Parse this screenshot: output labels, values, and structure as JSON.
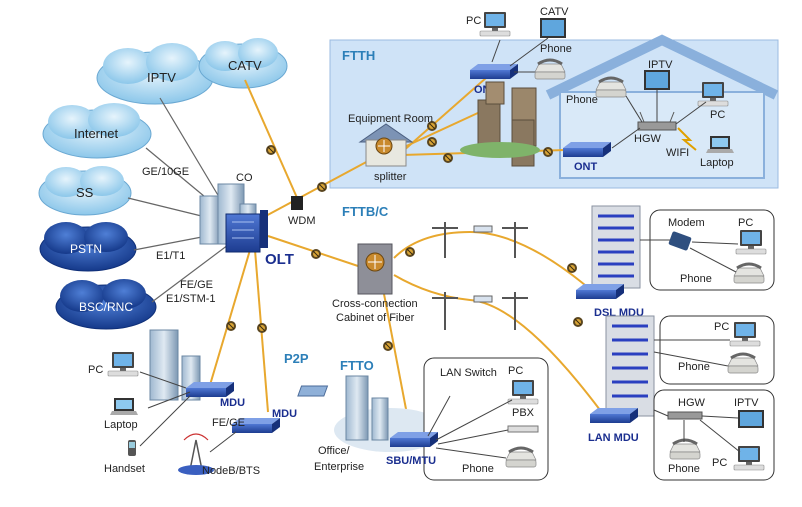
{
  "clouds": {
    "iptv": "IPTV",
    "catv": "CATV",
    "internet": "Internet",
    "ss": "SS",
    "pstn": "PSTN",
    "bsc_rnc": "BSC/RNC"
  },
  "links": {
    "ge_10ge": "GE/10GE",
    "e1_t1": "E1/T1",
    "fe_ge": "FE/GE",
    "e1_stm1": "E1/STM-1"
  },
  "central": {
    "co": "CO",
    "olt": "OLT",
    "wdm": "WDM"
  },
  "ftth": {
    "title": "FTTH",
    "pc": "PC",
    "catv": "CATV",
    "phone": "Phone",
    "onu": "ONU",
    "equipment_room": "Equipment Room",
    "splitter": "splitter",
    "ont": "ONT",
    "home_iptv": "IPTV",
    "home_phone": "Phone",
    "home_pc": "PC",
    "hgw": "HGW",
    "wifi": "WIFI",
    "laptop": "Laptop"
  },
  "fttb": {
    "title": "FTTB/C",
    "cabinet_line1": "Cross-connection",
    "cabinet_line2": "Cabinet of Fiber"
  },
  "dsl": {
    "modem": "Modem",
    "pc": "PC",
    "phone": "Phone",
    "mdu": "DSL MDU"
  },
  "lan": {
    "pc": "PC",
    "phone": "Phone",
    "mdu": "LAN MDU",
    "hgw": "HGW",
    "iptv": "IPTV",
    "phone2": "Phone",
    "pc2": "PC"
  },
  "p2p": {
    "title": "P2P",
    "pc": "PC",
    "mdu1": "MDU",
    "mdu2": "MDU",
    "laptop": "Laptop",
    "handset": "Handset",
    "fe_ge": "FE/GE",
    "nodeb": "NodeB/BTS"
  },
  "ftto": {
    "title": "FTTO",
    "office_line1": "Office/",
    "office_line2": "Enterprise",
    "lan_switch": "LAN Switch",
    "pc": "PC",
    "pbx": "PBX",
    "phone": "Phone",
    "sbu": "SBU/MTU"
  },
  "colors": {
    "fiber": "#e8a82e",
    "cloud_light": "#bfe0f5",
    "cloud_dark": "#1f4fa6",
    "ftth_panel": "#cfe3f7",
    "device_blue": "#2a4fb0",
    "label_blue": "#1a2e8f"
  }
}
